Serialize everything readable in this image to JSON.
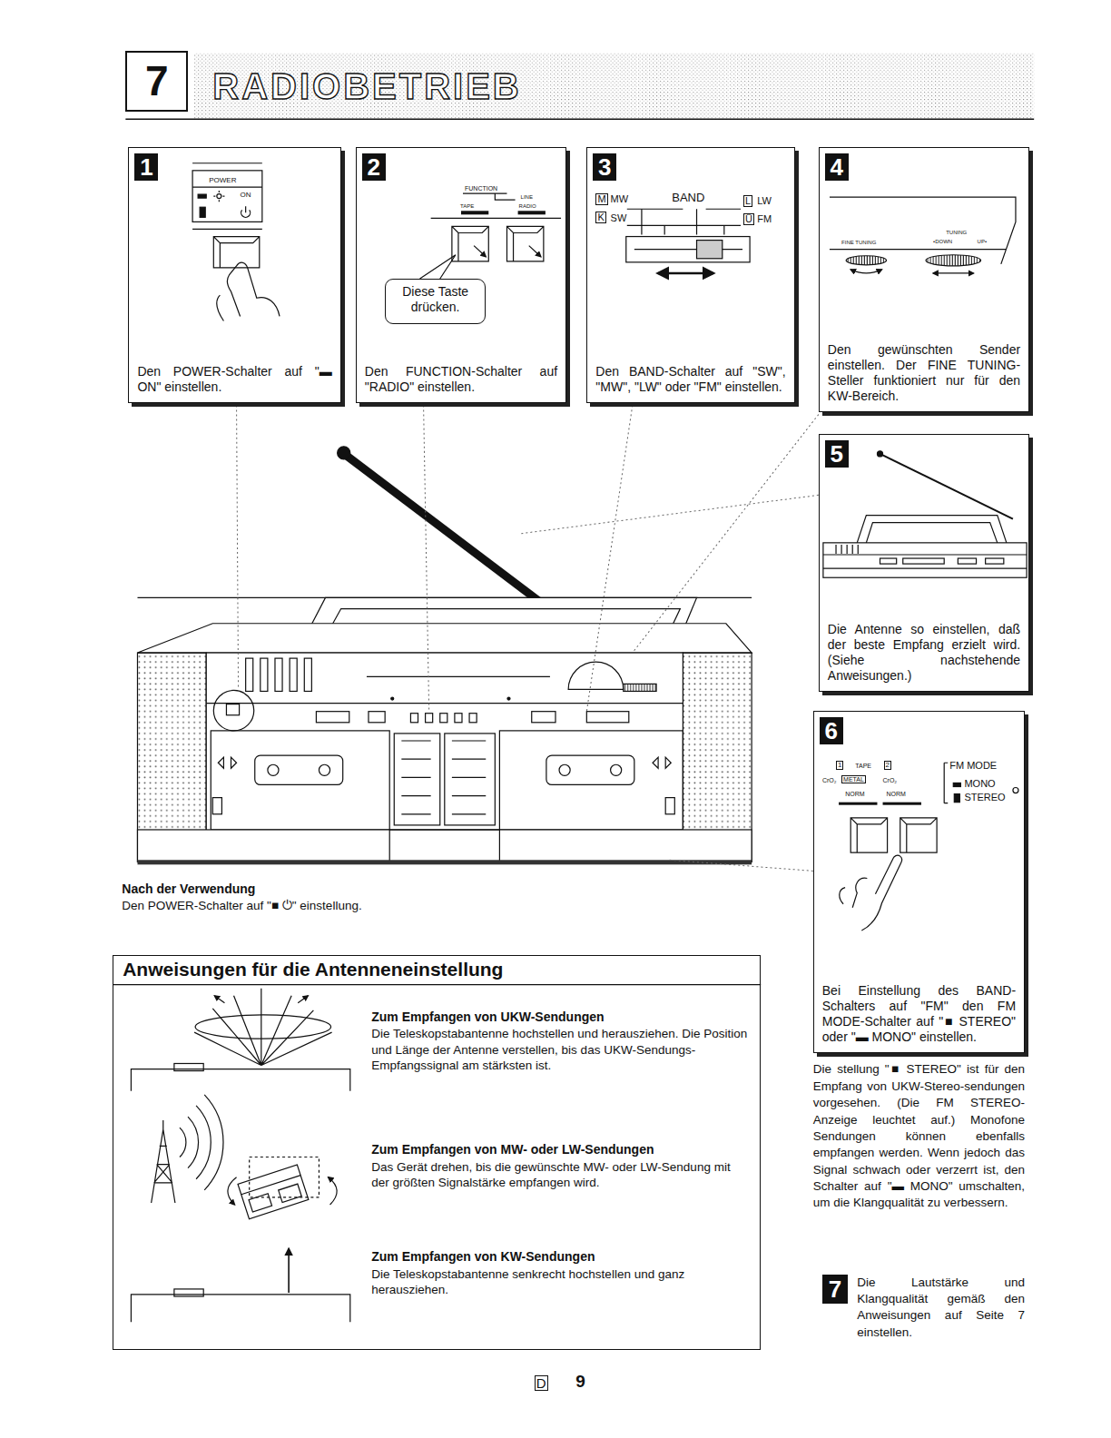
{
  "diagram": {
    "title": "RADIOBETRIEB",
    "nodes": [
      {
        "text": [
          "1",
          "Den POWER-Schalter auf \"▬ ON\" einstellen."
        ]
      },
      {
        "text": [
          "2",
          "Den FUNCTION-Schalter auf \"RADIO\" einstellen."
        ]
      },
      {
        "text": [
          "Diese Taste drücken."
        ],
        "in": 1
      },
      {
        "text": [
          "3",
          "Den BAND-Schalter auf \"SW\", \"MW\", \"LW\" oder \"FM\" einstellen."
        ]
      },
      {
        "text": [
          "4",
          "Den gewünschten Sender einstellen. Der FINE TUNING-Steller funktioniert nur für den KW-Bereich."
        ]
      },
      {
        "text": [
          "5",
          "Die Antenne so einstellen, daß der beste Empfang erzielt wird. (Siehe nachstehende Anweisungen.)"
        ]
      },
      {
        "text": [
          "6",
          "Bei Einstellung des BAND-Schalters auf \"FM\" den FM MODE-Schalter auf \"■ STEREO\" oder \"▬ MONO\" einstellen."
        ]
      },
      {
        "text": [
          "Anweisungen für die Antenneneinstellung",
          "Zum Empfangen von UKW-Sendungen",
          "Die Teleskopstabantenne hochstellen und herausziehen. Die Position und Länge der Antenne verstellen, bis das UKW-Sendungs-Empfangssignal am stärksten ist.",
          "Zum Empfangen von MW- oder LW-Sendungen",
          "Das Gerät drehen, bis die gewünschte MW- oder LW-Sendung mit der größten Signalstärke empfangen wird.",
          "Zum Empfangen von KW-Sendungen",
          "Die Teleskopstabantenne senkrecht hochstellen und ganz herausziehen."
        ]
      }
    ],
    "labels": [
      "7",
      "POWER",
      "ON",
      "FUNCTION",
      "LINE",
      "TAPE",
      "RADIO",
      "M",
      "MW",
      "BAND",
      "L",
      "LW",
      "K",
      "SW",
      "Ü",
      "FM",
      "FINE TUNING",
      "TUNING",
      "•DOWN",
      "UP•",
      "1",
      "TAPE",
      "2",
      "FM MODE",
      "CrO₂",
      "METAL",
      "CrO₂",
      "MONO",
      "NORM",
      "NORM",
      "STEREO",
      "Nach der Verwendung",
      "Den POWER-Schalter auf \"■ ⏻\" einstellung.",
      "Die stellung \"■ STEREO\" ist für den Empfang von UKW-Stereo-sendungen vorgesehen. (Die FM STEREO-Anzeige leuchtet auf.) Monofone Sendungen können ebenfalls empfangen werden. Wenn jedoch das Signal schwach oder verzerrt ist, den Schalter auf \"▬ MONO\" umschalten, um die Klangqualität zu verbessern.",
      "7",
      "Die Lautstärke und Klangqualität gemäß den Anweisungen auf Seite 7 einstellen.",
      "D",
      "9"
    ]
  }
}
